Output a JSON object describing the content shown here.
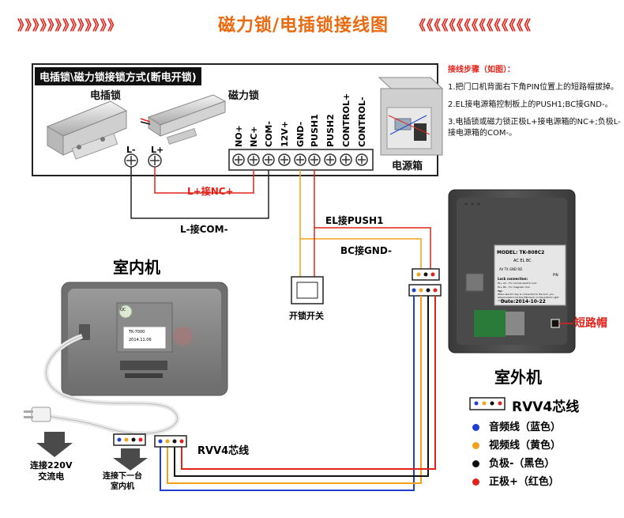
{
  "title": {
    "left_chevrons": "》》》》》》》》》》》》》",
    "text": "磁力锁/电插锁接线图",
    "right_chevrons": "《《《《《《《《《《《《《《《"
  },
  "panel": {
    "heading": "电插锁\\磁力锁接锁方式(断电开锁)",
    "electric_lock_label": "电插锁",
    "magnetic_lock_label": "磁力锁",
    "terminal_l_minus": "L-",
    "terminal_l_plus": "L+",
    "power_box_label": "电源箱",
    "terminals": [
      "NO+",
      "NC+",
      "COM-",
      "12V+",
      "GND-",
      "PUSH1",
      "PUSH2",
      "CONTROL+",
      "CONTROL-"
    ]
  },
  "wiring": {
    "l_plus_nc": "L+接NC+",
    "l_minus_com": "L-接COM-",
    "el_push1": "EL接PUSH1",
    "bc_gnd": "BC接GND-",
    "unlock_switch": "开锁开关",
    "rvv4_label": "RVV4芯线"
  },
  "steps": {
    "title": "接线步骤（如图）：",
    "items": [
      "1.把门口机背面右下角PIN位置上的短路帽拔掉。",
      "2.EL接电源箱控制板上的PUSH1;BC接GND-。",
      "3.电插锁或磁力锁正极L+接电源箱的NC+;负极L-接电源箱的COM-。"
    ]
  },
  "indoor": {
    "title": "室内机",
    "ac_label": "连接220V\n交流电",
    "next_label": "连接下一台\n室内机",
    "qc_label": "QC",
    "sticker_model": "TK-7000",
    "sticker_date": "2014.11.06"
  },
  "outdoor": {
    "title": "室外机",
    "jumper_label": "短路帽",
    "model": "MODEL: TK-808C2",
    "terminal_labels": "AC  EL BC",
    "sub_labels": "AV  TX  GND  RD",
    "pin_label": "PIN",
    "lock_connection": "Lock connection:",
    "lock_line1": "EL+  AC  - For normal electric lock",
    "lock_line2": "EL+  BC  - For magnetic lock",
    "lock_tip": "Tip:",
    "lock_tip_text": "When electric key is connected to the lock, you should switch out the PIN block on the bottom right corner",
    "date": "Date:2014-10-22"
  },
  "legend": {
    "title": "RVV4芯线",
    "items": [
      {
        "label": "音频线（蓝色）",
        "color": "#1f3fd0"
      },
      {
        "label": "视频线（黄色）",
        "color": "#f2a21a"
      },
      {
        "label": "负极-（黑色）",
        "color": "#111111"
      },
      {
        "label": "正极+（红色）",
        "color": "#e2231a"
      }
    ]
  },
  "colors": {
    "accent_red": "#e2231a",
    "title_orange": "#e96a10",
    "wire_blue": "#1f3fd0",
    "wire_yellow": "#f2a21a",
    "wire_black": "#111111",
    "wire_red": "#e2231a"
  }
}
